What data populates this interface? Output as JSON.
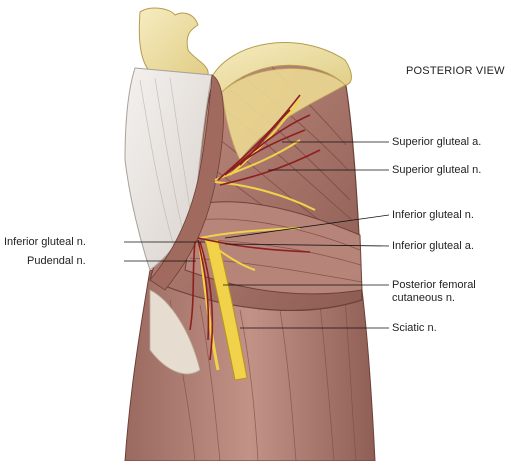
{
  "title": "POSTERIOR VIEW",
  "labels": {
    "superior_gluteal_a": "Superior gluteal a.",
    "superior_gluteal_n": "Superior gluteal n.",
    "inferior_gluteal_n_right": "Inferior gluteal n.",
    "inferior_gluteal_a": "Inferior gluteal a.",
    "posterior_femoral_line1": "Posterior femoral",
    "posterior_femoral_line2": "cutaneous n.",
    "sciatic_n": "Sciatic n.",
    "inferior_gluteal_n_left": "Inferior gluteal n.",
    "pudendal_n": "Pudendal n."
  },
  "colors": {
    "muscle": "#b07a6e",
    "muscle_dark": "#8a5448",
    "muscle_light": "#d7b0a3",
    "bone": "#efe1a8",
    "bone_edge": "#c9b46a",
    "fascia": "#e9e4e0",
    "nerve": "#f1d24a",
    "nerve_edge": "#b7961d",
    "artery": "#8e1f1f",
    "leader": "#111111"
  }
}
